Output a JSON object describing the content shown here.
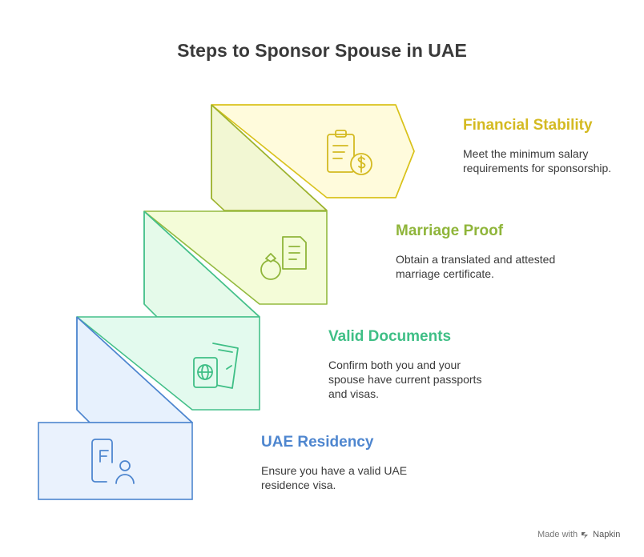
{
  "title": "Steps to Sponsor Spouse in UAE",
  "steps": [
    {
      "title": "Financial Stability",
      "description": "Meet the minimum salary requirements for sponsorship.",
      "icon": "salary-clipboard-icon",
      "accent": "#D9C21C",
      "fill": "#FFFBDC",
      "stroke": "#9DB32E"
    },
    {
      "title": "Marriage Proof",
      "description": "Obtain a translated and attested marriage certificate.",
      "icon": "ring-certificate-icon",
      "accent": "#93BA3F",
      "fill": "#F4FCD8",
      "stroke": "#93BA3F"
    },
    {
      "title": "Valid Documents",
      "description": "Confirm both you and your spouse have current passports and visas.",
      "icon": "passport-ticket-icon",
      "accent": "#3FBF86",
      "fill": "#E3FAEE",
      "stroke": "#45C08A"
    },
    {
      "title": "UAE Residency",
      "description": "Ensure you have a valid UAE residence visa.",
      "icon": "residence-id-icon",
      "accent": "#4E86CF",
      "fill": "#EAF2FD",
      "stroke": "#4E86CF"
    }
  ],
  "footer": {
    "made_with": "Made with",
    "brand": "Napkin"
  }
}
